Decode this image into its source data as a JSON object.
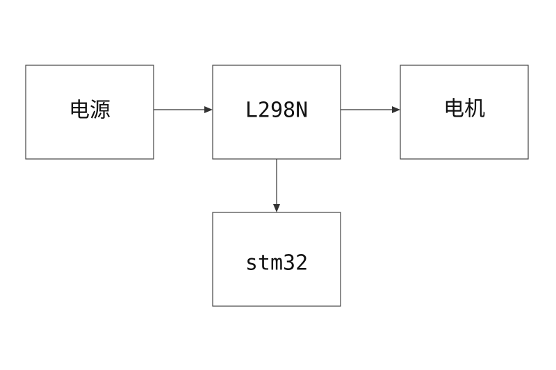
{
  "diagram": {
    "nodes": {
      "power": {
        "label": "电源"
      },
      "driver": {
        "label": "L298N"
      },
      "motor": {
        "label": "电机"
      },
      "mcu": {
        "label": "stm32"
      }
    },
    "edges": [
      {
        "from": "power",
        "to": "driver"
      },
      {
        "from": "driver",
        "to": "motor"
      },
      {
        "from": "driver",
        "to": "mcu"
      }
    ],
    "colors": {
      "box_stroke": "#444444",
      "arrow": "#333333",
      "text": "#111111",
      "background": "#ffffff"
    }
  }
}
